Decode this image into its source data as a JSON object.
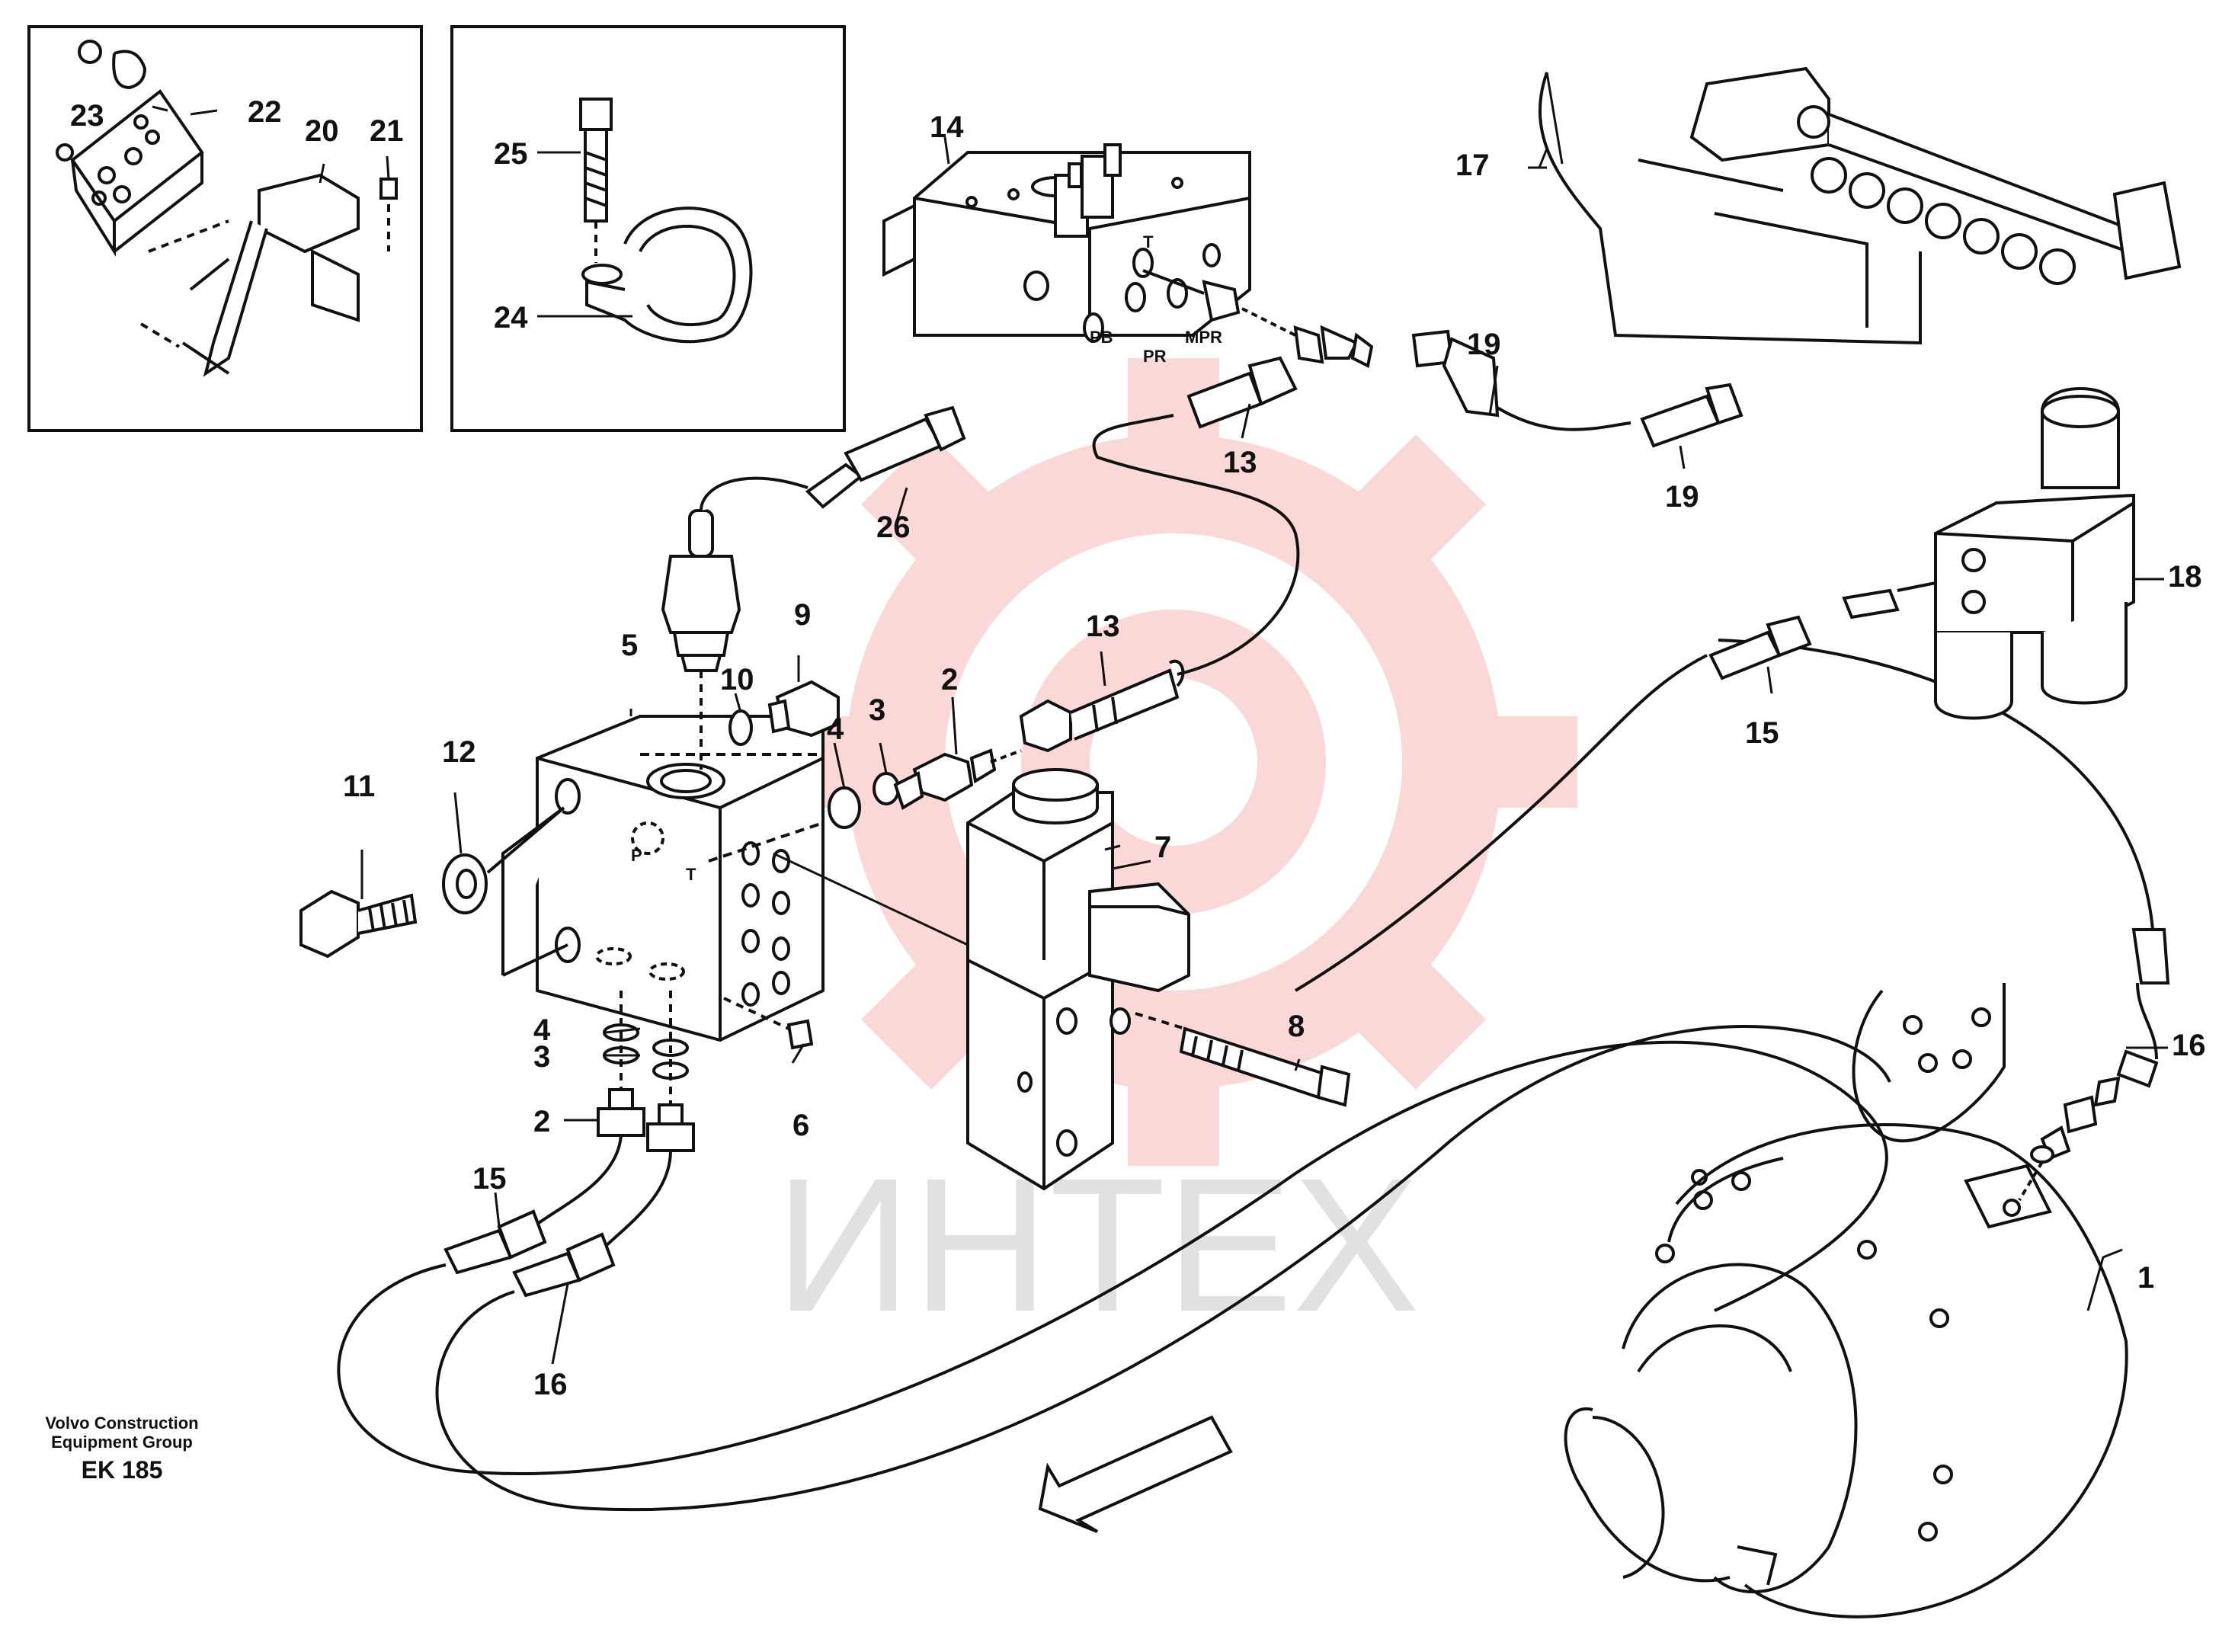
{
  "diagram": {
    "callouts": [
      "1",
      "2",
      "3",
      "4",
      "5",
      "6",
      "7",
      "8",
      "9",
      "10",
      "11",
      "12",
      "13",
      "14",
      "15",
      "16",
      "17",
      "18",
      "19",
      "20",
      "21",
      "22",
      "23",
      "24",
      "25",
      "26"
    ],
    "ports": {
      "t": "T",
      "p": "P",
      "pb": "PB",
      "pr": "PR",
      "mpr": "MPR"
    },
    "caption": {
      "line1": "Volvo Construction",
      "line2": "Equipment Group",
      "code": "EK 185"
    },
    "watermark": {
      "text": "ИНТЕХ",
      "color": "#f08080"
    }
  }
}
